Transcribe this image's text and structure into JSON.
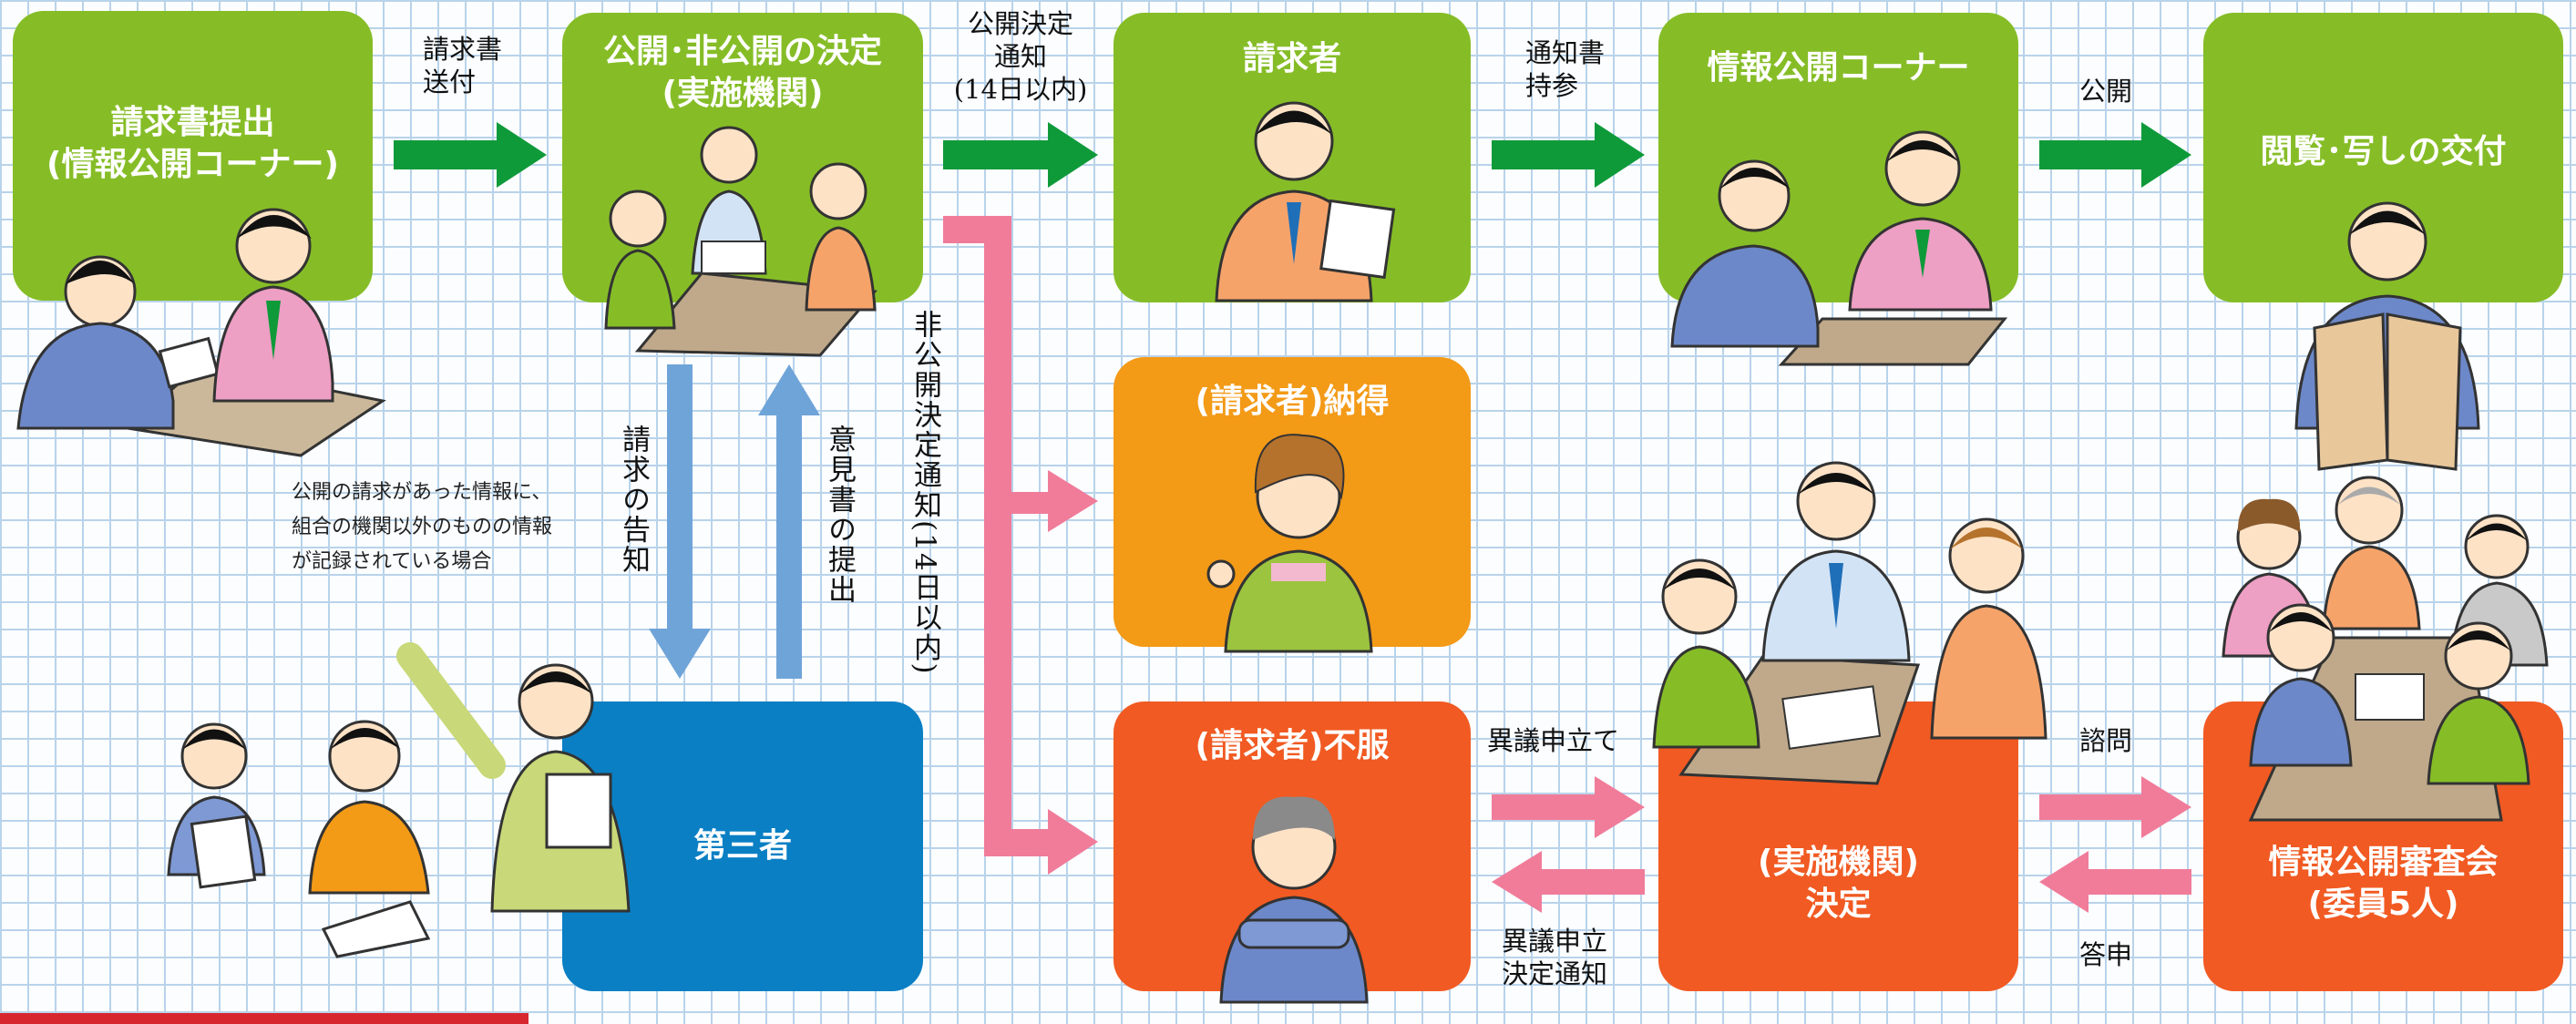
{
  "boxes": {
    "submit": "請求書提出\n(情報公開コーナー)",
    "decision": "公開･非公開の決定\n(実施機関)",
    "requester": "請求者",
    "corner": "情報公開コーナー",
    "viewing": "閲覧･写しの交付",
    "satisfied": "(請求者)納得",
    "dissatisfied": "(請求者)不服",
    "third_party": "第三者",
    "agency_decision": "(実施機関)\n決定",
    "council": "情報公開審査会\n(委員5人)"
  },
  "labels": {
    "send_request": "請求書\n送付",
    "disclosure_notice": "公開決定\n通知\n(14日以内)",
    "bring_notice": "通知書\n持参",
    "disclose": "公開",
    "nondisclosure_notice": "非公開決定通知(14日以内)",
    "notify_request": "請求の告知",
    "submit_opinion": "意見書の提出",
    "objection": "異議申立て",
    "objection_decision": "異議申立\n決定通知",
    "consult": "諮問",
    "report": "答申"
  },
  "note": "公開の請求があった情報に、\n組合の機関以外のものの情報\nが記録されている場合",
  "colors": {
    "green": "#86bd27",
    "orange": "#f39a17",
    "red": "#f15a22",
    "blue": "#0a7fc4",
    "arrow_green": "#0f9a3a",
    "arrow_pink": "#f07c9a",
    "arrow_blue": "#6fa4d8"
  }
}
